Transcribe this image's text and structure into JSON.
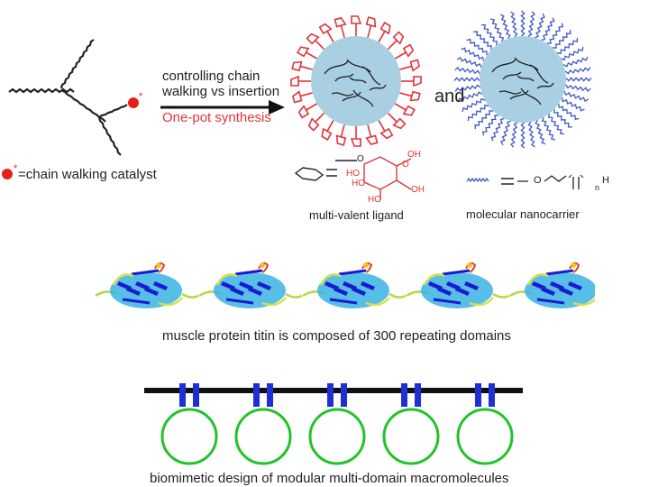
{
  "top": {
    "arrow_label_line1": "controlling chain",
    "arrow_label_line2": "walking vs insertion",
    "arrow_label_red": "One-pot synthesis",
    "catalyst_legend": "=chain walking catalyst",
    "and_label": "and",
    "ligand_label": "multi-valent ligand",
    "nanocarrier_label": "molecular nanocarrier",
    "ho_1": "HO",
    "ho_2": "HO",
    "ho_3": "HO",
    "oh_1": "OH",
    "oh_2": "OH",
    "o_ring": "O",
    "o_1": "O",
    "o_2": "O",
    "h_chain": "H",
    "n_chain": "n",
    "asterisk": "*"
  },
  "middle": {
    "caption": "muscle protein titin is composed of 300 repeating domains",
    "domain_count": 5
  },
  "bottom": {
    "caption": "biomimetic design of modular multi-domain macromolecules",
    "domain_count": 5
  },
  "colors": {
    "catalyst_red": "#e8201c",
    "ligand_red": "#e2333b",
    "nano_blue": "#3f56c8",
    "core_blue": "#a9cfe3",
    "ring_green": "#22c32a",
    "link_blue": "#1f2fd6",
    "protein_cyan": "#3ab3e3",
    "protein_blue": "#1a1ad0",
    "protein_green": "#b6d84a"
  }
}
